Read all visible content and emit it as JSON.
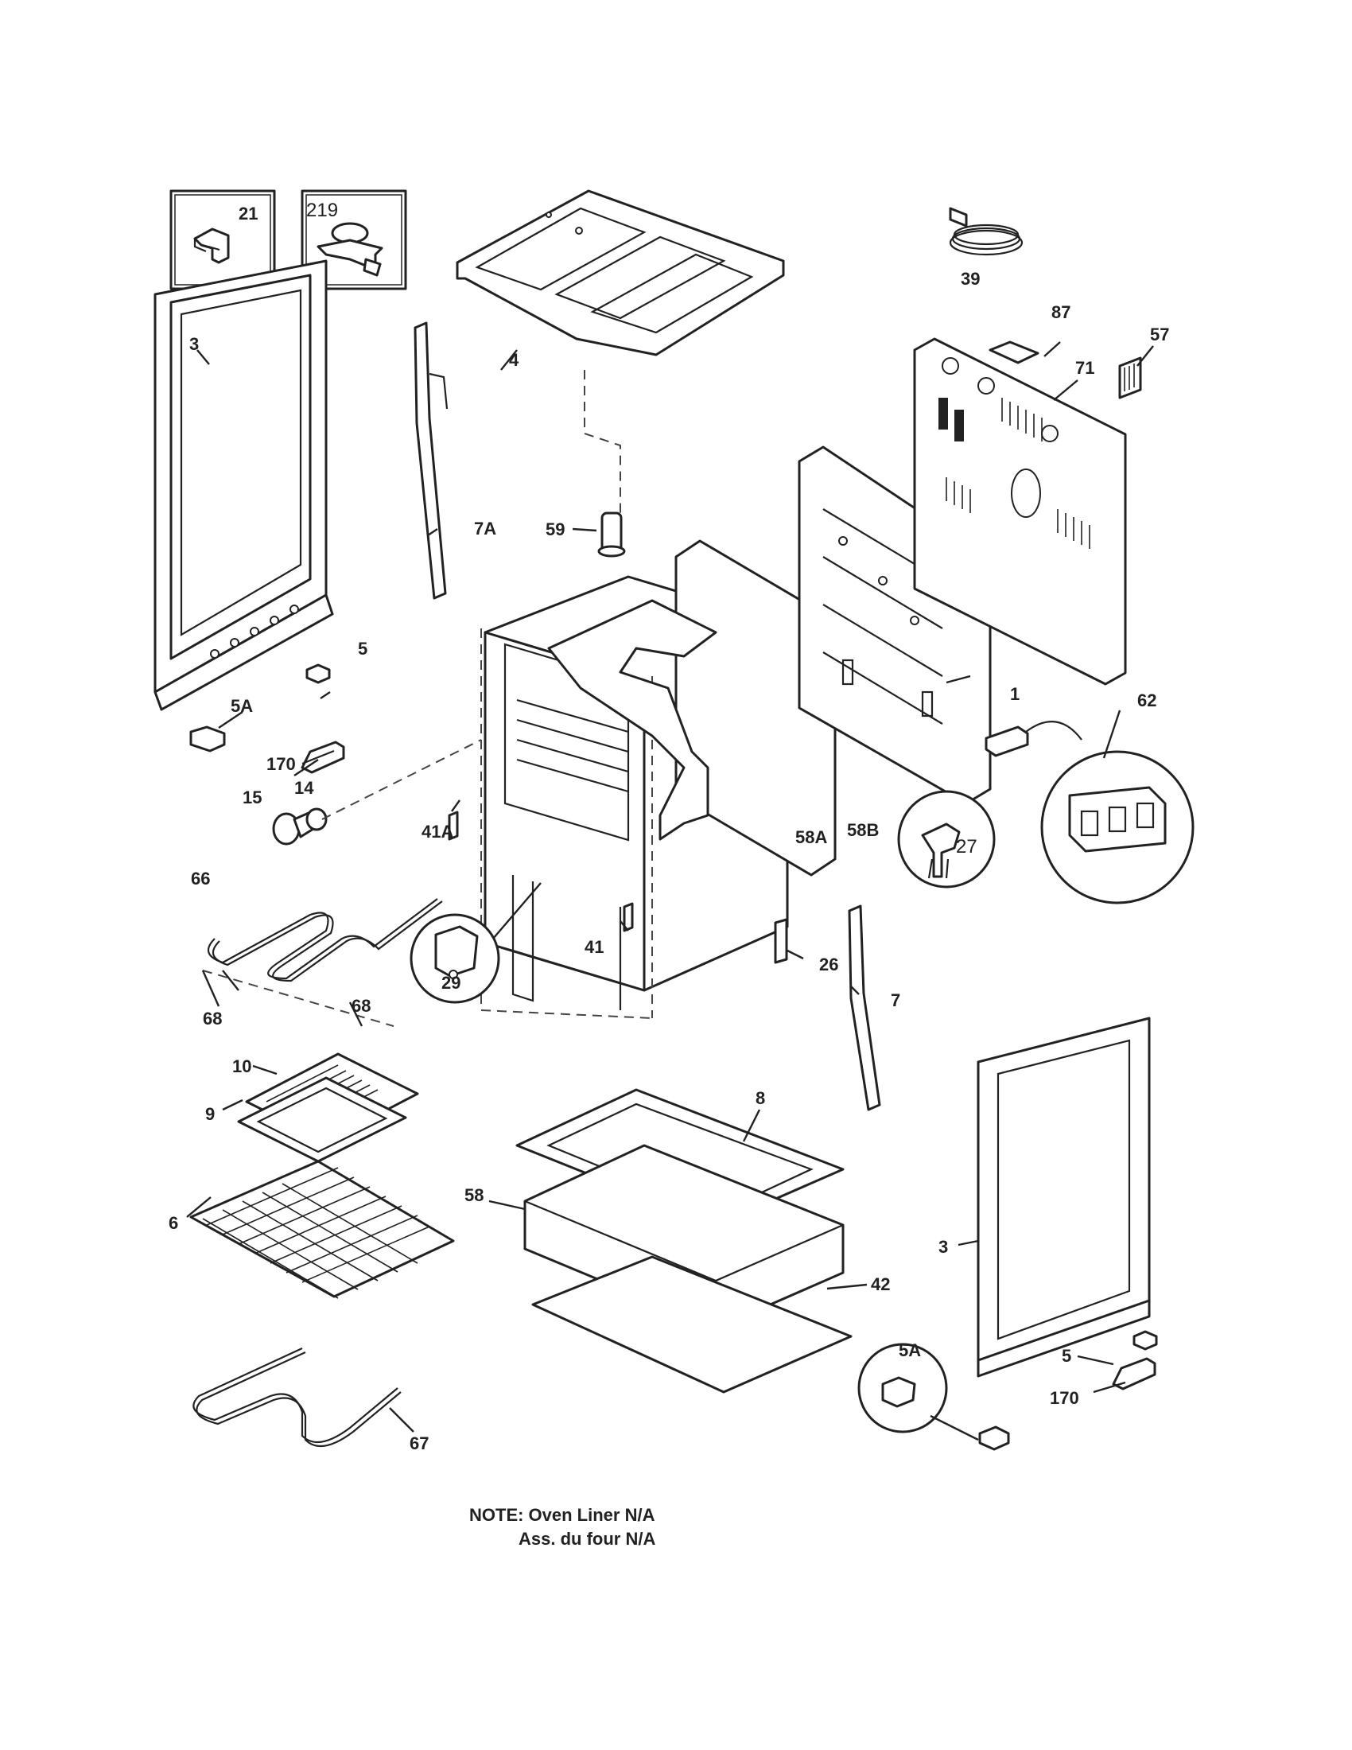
{
  "diagram": {
    "callouts": {
      "c21": "21",
      "c219": "219",
      "c3_left": "3",
      "c4": "4",
      "c39": "39",
      "c87": "87",
      "c57": "57",
      "c71": "71",
      "c7A": "7A",
      "c59": "59",
      "c5_left": "5",
      "c5A_left": "5A",
      "c170_left": "170",
      "c15": "15",
      "c14": "14",
      "c1": "1",
      "c62": "62",
      "c41A": "41A",
      "c58A": "58A",
      "c58B": "58B",
      "c27": "27",
      "c66": "66",
      "c41": "41",
      "c26": "26",
      "c29": "29",
      "c7": "7",
      "c68_left": "68",
      "c68_right": "68",
      "c10": "10",
      "c8": "8",
      "c9": "9",
      "c6": "6",
      "c58": "58",
      "c3_right": "3",
      "c42": "42",
      "c5A_right": "5A",
      "c5_right": "5",
      "c170_right": "170",
      "c67": "67"
    },
    "note_line1": "NOTE: Oven Liner N/A",
    "note_line2": "Ass. du four N/A"
  }
}
